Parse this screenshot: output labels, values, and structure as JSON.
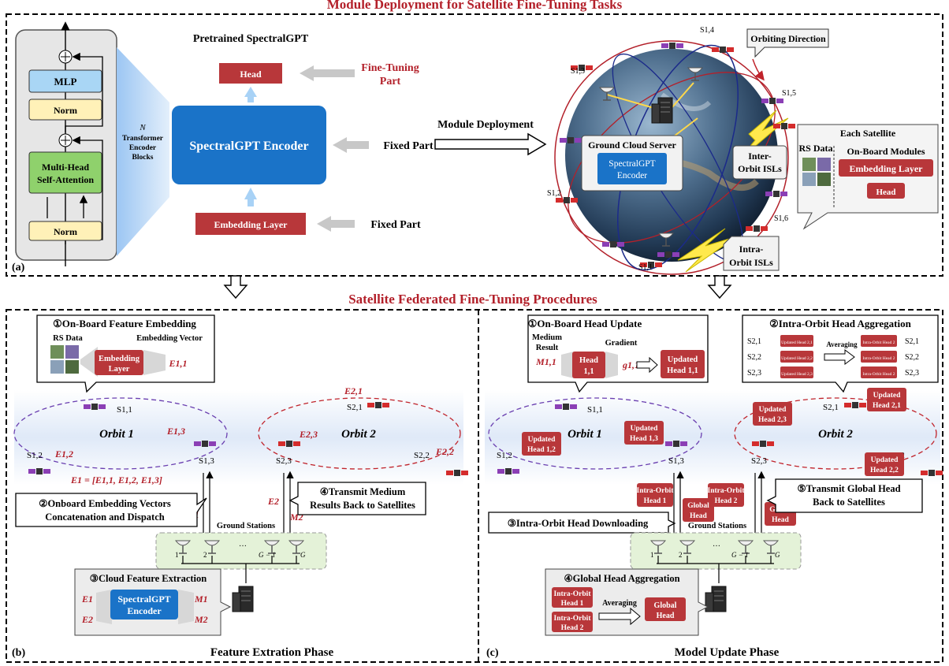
{
  "top_title": "Module Deployment for Satellite Fine-Tuning Tasks",
  "section_b_title": "Satellite Federated Fine-Tuning Procedures",
  "panel_a": {
    "label": "(a)",
    "pretrained_title": "Pretrained SpectralGPT",
    "mlp": "MLP",
    "norm": "Norm",
    "mhsa_line1": "Multi-Head",
    "mhsa_line2": "Self-Attention",
    "n": "N",
    "blocks_line1": "Transformer",
    "blocks_line2": "Encoder",
    "blocks_line3": "Blocks",
    "head": "Head",
    "encoder": "SpectralGPT Encoder",
    "embedding_layer": "Embedding Layer",
    "fine_tuning_line1": "Fine-Tuning",
    "fine_tuning_line2": "Part",
    "fixed_part": "Fixed Part",
    "module_deployment": "Module Deployment",
    "orbiting_direction": "Orbiting Direction",
    "ground_cloud_server": "Ground Cloud Server",
    "server_encoder_line1": "SpectralGPT",
    "server_encoder_line2": "Encoder",
    "inter_line1": "Inter-",
    "inter_line2": "Orbit ISLs",
    "intra_line1": "Intra-",
    "intra_line2": "Orbit ISLs",
    "each_satellite": "Each Satellite",
    "rs_data": "RS Data",
    "onboard_modules": "On-Board Modules",
    "sat_labels": [
      "S1,1",
      "S1,2",
      "S1,3",
      "S1,4",
      "S1,5",
      "S1,6"
    ]
  },
  "panel_b": {
    "label": "(b)",
    "phase": "Feature Extration Phase",
    "step1": "①On-Board Feature Embedding",
    "rs_data": "RS Data",
    "embedding_vector": "Embedding Vector",
    "embedding_line1": "Embedding",
    "embedding_line2": "Layer",
    "e11": "E1,1",
    "orbit1": "Orbit 1",
    "orbit2": "Orbit 2",
    "e_concat": "E1 = [E1,1, E1,2, E1,3]",
    "step2_line1": "②Onboard Embedding Vectors",
    "step2_line2": "Concatenation and Dispatch",
    "step4_line1": "④Transmit Medium",
    "step4_line2": "Results Back to Satellites",
    "ground_stations": "Ground Stations",
    "step3": "③Cloud Feature Extraction",
    "enc_line1": "SpectralGPT",
    "enc_line2": "Encoder",
    "e1": "E1",
    "e2": "E2",
    "m1": "M1",
    "m2": "M2",
    "e12": "E1,2",
    "e13": "E1,3",
    "e21": "E2,1",
    "e22": "E2,2",
    "e23": "E2,3",
    "sats": [
      "S1,1",
      "S1,2",
      "S1,3",
      "S2,1",
      "S2,2",
      "S2,3"
    ],
    "gs_labels": [
      "1",
      "2",
      "…",
      "G − 1",
      "G"
    ]
  },
  "panel_c": {
    "label": "(c)",
    "phase": "Model Update Phase",
    "step1": "①On-Board Head Update",
    "medium_line1": "Medium",
    "medium_line2": "Result",
    "gradient": "Gradient",
    "m11": "M1,1",
    "g11": "g1,1",
    "head11_line1": "Head",
    "head11_line2": "1,1",
    "updated_head11_line1": "Updated",
    "updated_head11_line2": "Head 1,1",
    "step2": "②Intra-Orbit Head Aggregation",
    "averaging": "Averaging",
    "orbit1": "Orbit 1",
    "orbit2": "Orbit 2",
    "uh12": "Head 1,2",
    "uh13": "Head 1,3",
    "uh21": "Head 2,1",
    "uh22": "Head 2,2",
    "uh23": "Head 2,3",
    "updated": "Updated",
    "intra_orbit": "Intra-Orbit",
    "head1": "Head 1",
    "head2": "Head 2",
    "global": "Global",
    "head": "Head",
    "step3": "③Intra-Orbit Head Downloading",
    "step5_line1": "⑤Transmit Global Head",
    "step5_line2": "Back to Satellites",
    "ground_stations": "Ground Stations",
    "step4": "④Global Head Aggregation",
    "agg_s": [
      "S2,1",
      "S2,2",
      "S2,3"
    ],
    "agg_heads": [
      "Updated Head 2,1",
      "Updated Head 2,2",
      "Updated Head 2,3"
    ],
    "agg_out": [
      "Intra-Orbit Head 2",
      "Intra-Orbit Head 2",
      "Intra-Orbit Head 2"
    ],
    "sats": [
      "S1,1",
      "S1,2",
      "S1,3",
      "S2,1",
      "S2,2",
      "S2,3"
    ],
    "gs_labels": [
      "1",
      "2",
      "…",
      "G − 1",
      "G"
    ]
  },
  "colors": {
    "title_red": "#b3202a",
    "block_red": "#b8373a",
    "encoder_blue": "#1a73c8",
    "mlp_blue": "#a9d6f5",
    "norm_yellow": "#fff1b8",
    "mhsa_green": "#8fd16c"
  }
}
